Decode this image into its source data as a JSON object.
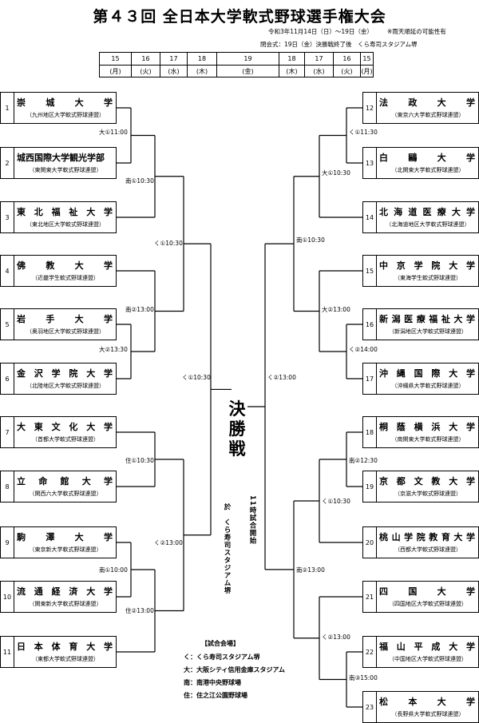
{
  "title": "第４３回 全日本大学軟式野球選手権大会",
  "period": "令和3年11月14日（日）〜19日（金）",
  "rain_note": "※雨天順延の可能性有",
  "closing_note": "閉会式：19日（金）決勝戦終了後　くら寿司スタジアム堺",
  "dates": [
    {
      "num": "15",
      "day": "(月)"
    },
    {
      "num": "16",
      "day": "(火)"
    },
    {
      "num": "17",
      "day": "(水)"
    },
    {
      "num": "18",
      "day": "(木)"
    },
    {
      "num": "19",
      "day": "(金)"
    },
    {
      "num": "18",
      "day": "(木)"
    },
    {
      "num": "17",
      "day": "(水)"
    },
    {
      "num": "16",
      "day": "(火)"
    },
    {
      "num": "15",
      "day": "(月)"
    }
  ],
  "teams_left": [
    {
      "seed": "1",
      "name": "崇城大学",
      "league": "（九州地区大学軟式野球連盟）"
    },
    {
      "seed": "2",
      "name": "城西国際大学観光学部",
      "league": "（東関東大学軟式野球連盟）"
    },
    {
      "seed": "3",
      "name": "東北福祉大学",
      "league": "（東北地区大学軟式野球連盟）"
    },
    {
      "seed": "4",
      "name": "佛教大学",
      "league": "（近畿学生軟式野球連盟）"
    },
    {
      "seed": "5",
      "name": "岩手大学",
      "league": "（奥羽地区大学軟式野球連盟）"
    },
    {
      "seed": "6",
      "name": "金沢学院大学",
      "league": "（北陸地区大学軟式野球連盟）"
    },
    {
      "seed": "7",
      "name": "大東文化大学",
      "league": "（首都大学軟式野球連盟）"
    },
    {
      "seed": "8",
      "name": "立命館大学",
      "league": "（関西六大学軟式野球連盟）"
    },
    {
      "seed": "9",
      "name": "駒澤大学",
      "league": "（東京新大学軟式野球連盟）"
    },
    {
      "seed": "10",
      "name": "流通経済大学",
      "league": "（関東新大学軟式野球連盟）"
    },
    {
      "seed": "11",
      "name": "日本体育大学",
      "league": "（東都大学軟式野球連盟）"
    }
  ],
  "teams_right": [
    {
      "seed": "12",
      "name": "法政大学",
      "league": "（東京六大学軟式野球連盟）"
    },
    {
      "seed": "13",
      "name": "白鷗大学",
      "league": "（北関東大学軟式野球連盟）"
    },
    {
      "seed": "14",
      "name": "北海道医療大学",
      "league": "（北海道地区大学軟式野球連盟）"
    },
    {
      "seed": "15",
      "name": "中京学院大学",
      "league": "（東海学生軟式野球連盟）"
    },
    {
      "seed": "16",
      "name": "新潟医療福祉大学",
      "league": "（新潟地区大学軟式野球連盟）"
    },
    {
      "seed": "17",
      "name": "沖縄国際大学",
      "league": "（沖縄県大学軟式野球連盟）"
    },
    {
      "seed": "18",
      "name": "桐蔭横浜大学",
      "league": "（南関東大学軟式野球連盟）"
    },
    {
      "seed": "19",
      "name": "京都文教大学",
      "league": "（京滋大学軟式野球連盟）"
    },
    {
      "seed": "20",
      "name": "桃山学院教育大学",
      "league": "（西都大学軟式野球連盟）"
    },
    {
      "seed": "21",
      "name": "四国大学",
      "league": "（四国地区大学軟式野球連盟）"
    },
    {
      "seed": "22",
      "name": "福山平成大学",
      "league": "（中国地区大学軟式野球連盟）"
    },
    {
      "seed": "23",
      "name": "松本大学",
      "league": "（長野県大学軟式野球連盟）"
    }
  ],
  "match_labels": {
    "m_1_2": "大①11:00",
    "m_12_3": "南①10:30",
    "m_5_6": "大②13:30",
    "m_4_56": "南②13:00",
    "m_L1": "く①10:30",
    "m_LS": "く①10:30",
    "m_7_8": "住①10:30",
    "m_9_10": "南①10:00",
    "m_910_11": "住②13:00",
    "m_L2": "く②13:00",
    "m_12_13": "く①11:30",
    "m_1213_14": "大①10:30",
    "m_16_17": "く②14:00",
    "m_15_1617": "大②13:00",
    "m_R1": "南①10:30",
    "m_RS": "く②13:00",
    "m_18_19": "南②12:30",
    "m_1819_20": "く①10:30",
    "m_22_23": "南③15:00",
    "m_21_2223": "く②13:00",
    "m_R2": "南②13:00"
  },
  "final_label": "決勝戦",
  "final_venue": "於　くら寿司スタジアム堺",
  "final_time": "11時試合開始",
  "legend": {
    "heading": "【試合会場】",
    "items": [
      "く：くら寿司スタジアム堺",
      "大：大阪シティ信用金庫スタジアム",
      "南：南港中央野球場",
      "住：住之江公園野球場"
    ]
  }
}
